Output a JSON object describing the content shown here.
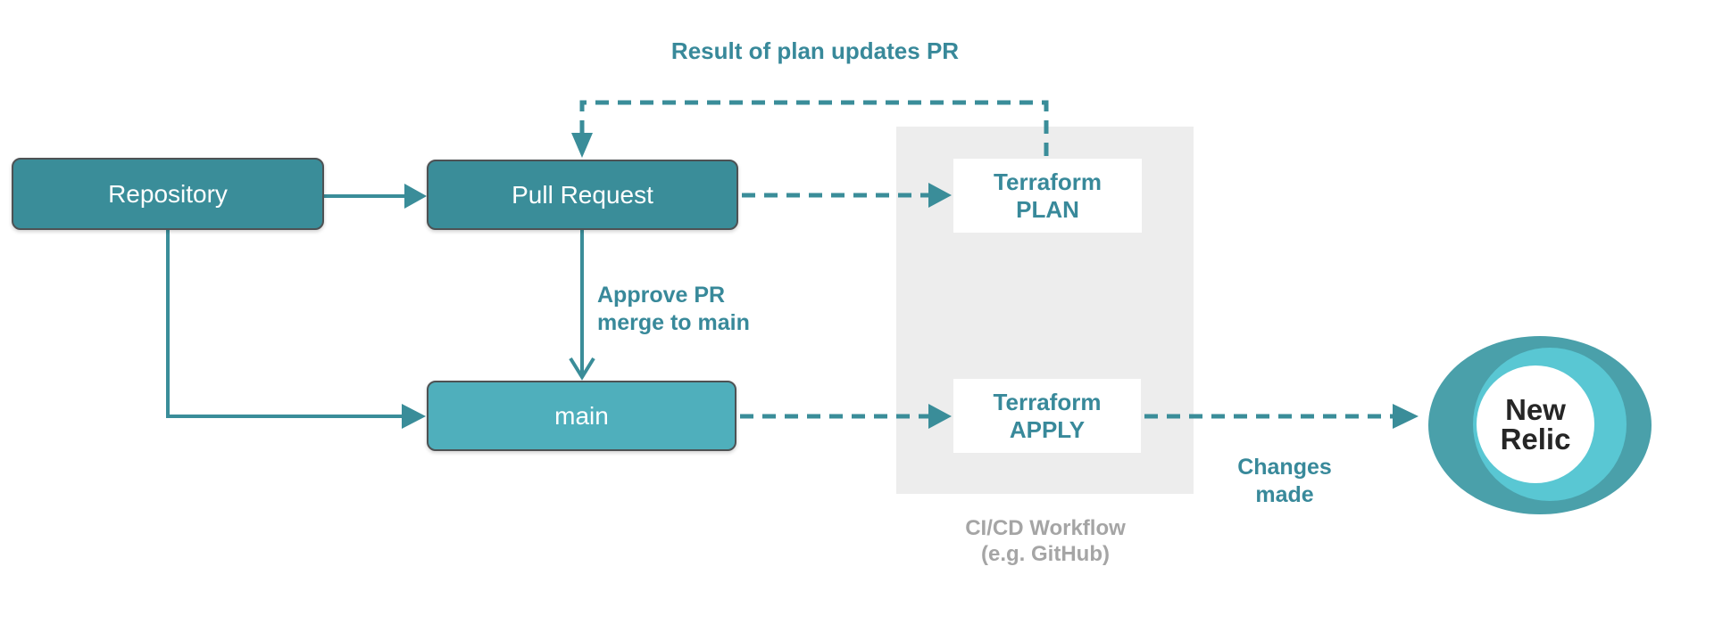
{
  "annotations": {
    "result_note": "Result of plan updates PR",
    "approve_line1": "Approve PR",
    "approve_line2": "merge to main",
    "changes_line1": "Changes",
    "changes_line2": "made",
    "cicd_line1": "CI/CD Workflow",
    "cicd_line2": "(e.g. GitHub)"
  },
  "nodes": {
    "repository": "Repository",
    "pull_request": "Pull Request",
    "main_branch": "main",
    "plan_line1": "Terraform",
    "plan_line2": "PLAN",
    "apply_line1": "Terraform",
    "apply_line2": "APPLY"
  },
  "logo": {
    "line1": "New",
    "line2": "Relic"
  },
  "colors": {
    "node_teal": "#3A8D99",
    "node_teal_light": "#4FAFBC",
    "label_teal": "#38899A",
    "wire_teal": "#3A8D99",
    "panel_gray": "#EDEDED",
    "caption_gray": "#A5A5A5",
    "node_border": "#4E5254",
    "logo_outer": "#4AA0AA",
    "logo_ring": "#59C7D3",
    "logo_text": "#262626",
    "background": "#FFFFFF"
  },
  "edges": [
    {
      "from": "Repository",
      "to": "Pull Request",
      "style": "solid"
    },
    {
      "from": "Repository",
      "to": "main",
      "style": "solid"
    },
    {
      "from": "Pull Request",
      "to": "main",
      "style": "solid",
      "label": "Approve PR merge to main"
    },
    {
      "from": "Pull Request",
      "to": "Terraform PLAN",
      "style": "dashed"
    },
    {
      "from": "Terraform PLAN",
      "to": "Pull Request",
      "style": "dashed",
      "label": "Result of plan updates PR"
    },
    {
      "from": "main",
      "to": "Terraform APPLY",
      "style": "dashed"
    },
    {
      "from": "Terraform APPLY",
      "to": "New Relic",
      "style": "dashed",
      "label": "Changes made"
    }
  ]
}
